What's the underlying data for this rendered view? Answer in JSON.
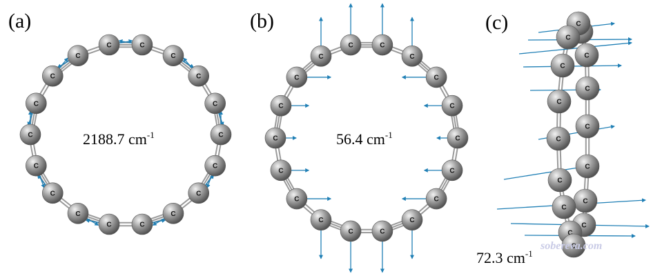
{
  "panels": [
    {
      "label": "(a)",
      "frequency": "2188.7 cm",
      "unit_power": "-1"
    },
    {
      "label": "(b)",
      "frequency": "56.4 cm",
      "unit_power": "-1"
    },
    {
      "label": "(c)",
      "frequency": "72.3 cm",
      "unit_power": "-1"
    }
  ],
  "atom_symbol": "C",
  "watermark": "sobereva.com",
  "colors": {
    "atom_fill": "#8a8a8a",
    "atom_highlight": "#e6e6e6",
    "bond": "#9a9a9a",
    "vector": "#1f7fb5"
  }
}
